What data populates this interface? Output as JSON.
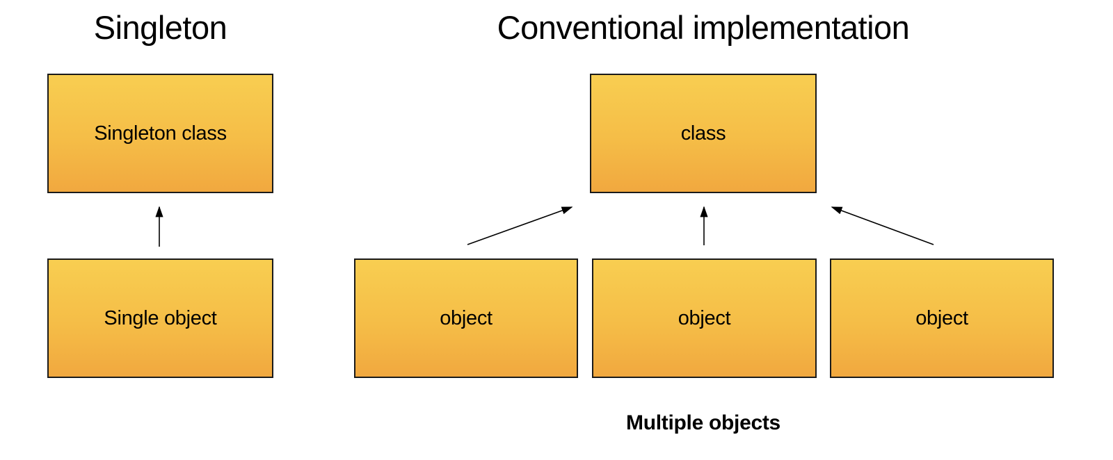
{
  "left_panel": {
    "title": "Singleton",
    "class_box": {
      "label": "Singleton class"
    },
    "object_box": {
      "label": "Single object"
    }
  },
  "right_panel": {
    "title": "Conventional implementation",
    "class_box": {
      "label": "class"
    },
    "object_boxes": [
      {
        "label": "object"
      },
      {
        "label": "object"
      },
      {
        "label": "object"
      }
    ],
    "caption": "Multiple objects"
  },
  "relationships": [
    {
      "from": "Single object",
      "to": "Singleton class"
    },
    {
      "from": "object 1",
      "to": "class"
    },
    {
      "from": "object 2",
      "to": "class"
    },
    {
      "from": "object 3",
      "to": "class"
    }
  ],
  "style": {
    "background": "#FFFFFF",
    "box_fill_top": "#F8CE51",
    "box_fill_bottom": "#F1A83F",
    "box_border": "#1A1A1A",
    "arrow_color": "#000000",
    "text_color": "#000000"
  }
}
